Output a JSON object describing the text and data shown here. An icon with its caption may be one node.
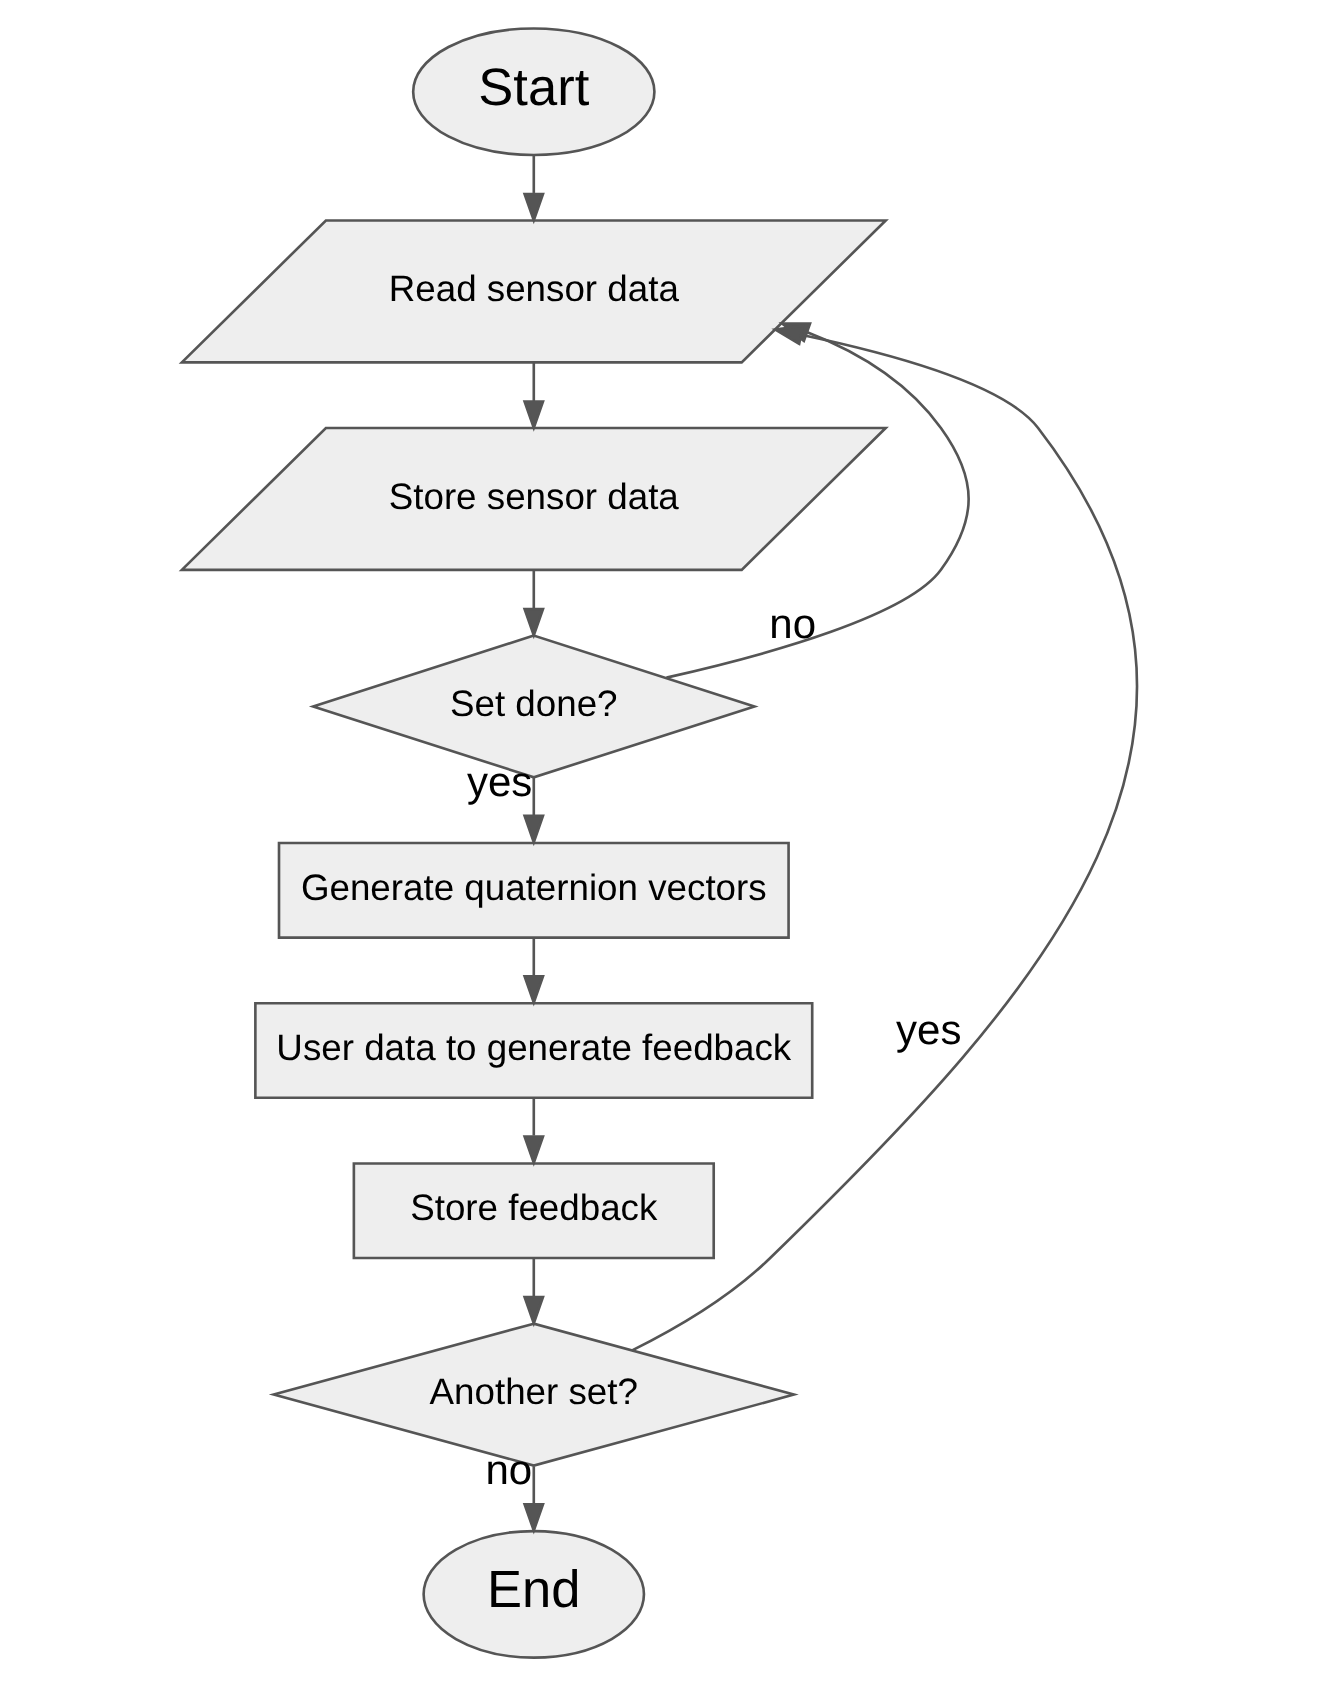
{
  "diagram": {
    "nodes": [
      {
        "text": [
          "Start"
        ]
      },
      {
        "text": [
          "Read sensor data"
        ]
      },
      {
        "text": [
          "Store sensor data"
        ]
      },
      {
        "text": [
          "Set done?"
        ]
      },
      {
        "text": [
          "Generate quaternion vectors"
        ]
      },
      {
        "text": [
          "User data to generate feedback"
        ]
      },
      {
        "text": [
          "Store feedback"
        ]
      },
      {
        "text": [
          "Another set?"
        ]
      },
      {
        "text": [
          "End"
        ]
      }
    ],
    "edges": [
      {
        "from": 0,
        "to": 1,
        "arrow": "to"
      },
      {
        "from": 1,
        "to": 2,
        "arrow": "to"
      },
      {
        "from": 2,
        "to": 3,
        "arrow": "to"
      },
      {
        "from": 3,
        "to": 1,
        "arrow": "to",
        "label": "no"
      },
      {
        "from": 3,
        "to": 4,
        "arrow": "to",
        "label": "yes"
      },
      {
        "from": 4,
        "to": 5,
        "arrow": "to"
      },
      {
        "from": 5,
        "to": 6,
        "arrow": "to"
      },
      {
        "from": 6,
        "to": 7,
        "arrow": "to"
      },
      {
        "from": 7,
        "to": 1,
        "arrow": "to",
        "label": "yes"
      },
      {
        "from": 7,
        "to": 8,
        "arrow": "to",
        "label": "no"
      }
    ]
  }
}
